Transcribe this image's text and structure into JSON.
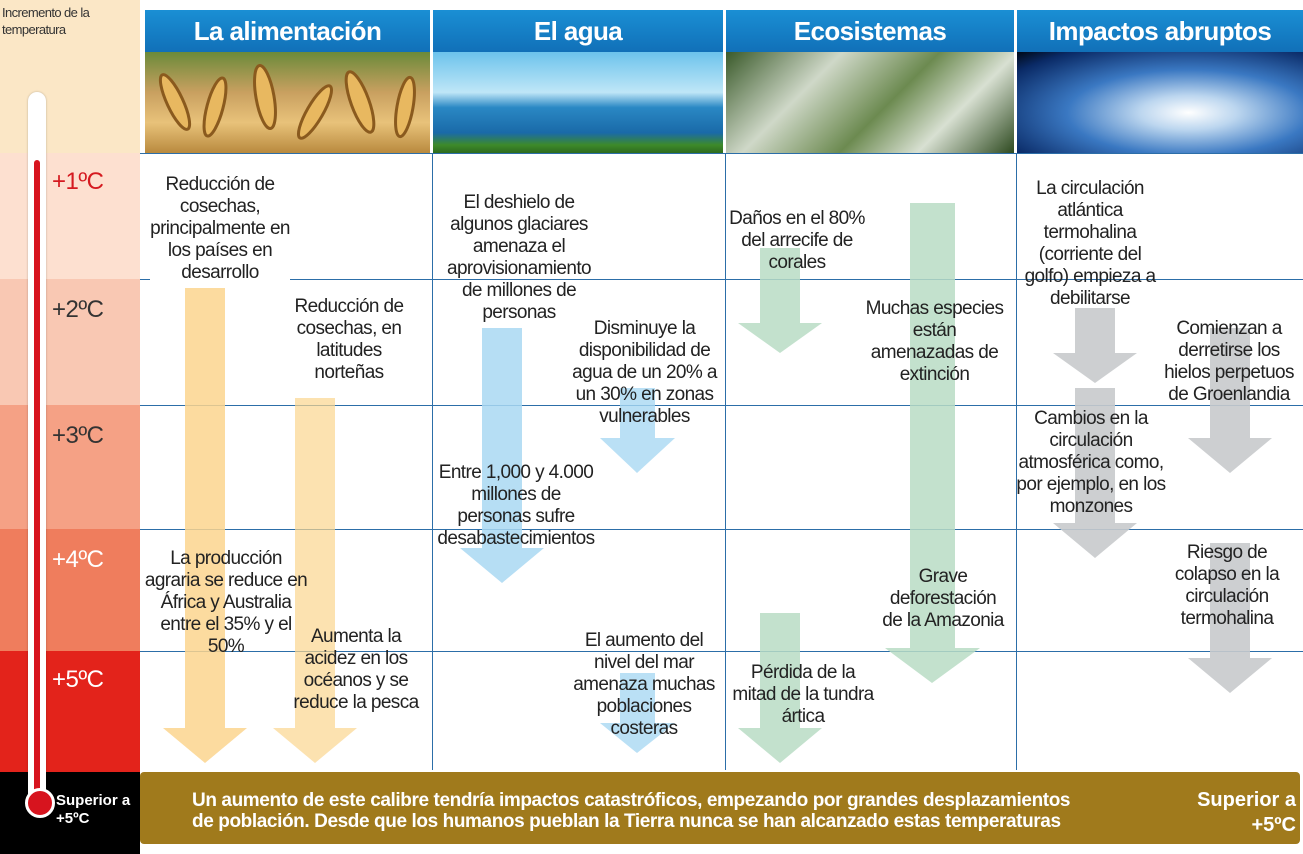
{
  "sidebar": {
    "title": "Incremento de la temperatura",
    "bands": [
      {
        "label": "+1ºC",
        "color": "#fde0d0",
        "text_color": "#d51a20"
      },
      {
        "label": "+2ºC",
        "color": "#f9c8b3",
        "text_color": "#ffffff"
      },
      {
        "label": "+3ºC",
        "color": "#f5a185",
        "text_color": "#ffffff"
      },
      {
        "label": "+4ºC",
        "color": "#ef7d5d",
        "text_color": "#ffffff"
      },
      {
        "label": "+5ºC",
        "color": "#e3231b",
        "text_color": "#ffffff"
      },
      {
        "label": "Superior a +5ºC",
        "color": "#000000",
        "text_color": "#ffffff"
      }
    ]
  },
  "columns": [
    {
      "title": "La alimentación",
      "photo": "wheat-photo"
    },
    {
      "title": "El agua",
      "photo": "lake-photo"
    },
    {
      "title": "Ecosistemas",
      "photo": "forest-photo"
    },
    {
      "title": "Impactos abruptos",
      "photo": "earth-photo"
    }
  ],
  "impacts": {
    "food_1": "Reducción de cosechas, principalmente en los países en desarrollo",
    "food_2": "Reducción de cosechas, en latitudes norteñas",
    "food_3": "La producción agraria se reduce en África y Australia entre el 35% y el 50%",
    "food_4": "Aumenta la acidez en los océanos y se reduce la pesca",
    "water_1": "El deshielo de algunos glaciares amenaza el aprovisionamiento de millones de personas",
    "water_2": "Disminuye la disponibilidad de agua de un 20% a un 30% en zonas vulnerables",
    "water_3": "Entre 1,000 y 4.000 millones de personas sufre desabastecimientos",
    "water_4": "El aumento del nivel del mar amenaza muchas poblaciones costeras",
    "eco_1": "Daños en el 80% del arrecife de corales",
    "eco_2": "Muchas especies están amenazadas de extinción",
    "eco_3": "Grave deforestación de la Amazonia",
    "eco_4": "Pérdida de la mitad de la tundra ártica",
    "abrupt_1": "La circulación atlántica termohalina (corriente del golfo) empieza a debilitarse",
    "abrupt_2": "Comienzan a derretirse los hielos perpetuos de Groenlandia",
    "abrupt_3": "Cambios en la circulación atmosférica como, por ejemplo, en los monzones",
    "abrupt_4": "Riesgo de colapso en la circulación termohalina"
  },
  "footer": {
    "text": "Un aumento de este calibre tendría impactos catastróficos, empezando por grandes desplazamientos de población. Desde que los humanos pueblan la Tierra nunca se han alcanzado estas temperaturas",
    "right_label": "Superior a +5ºC"
  },
  "colors": {
    "header_blue": "#1a8fd4",
    "grid_line": "#2c6ea8",
    "food_arrow": "#fbd58e",
    "water_arrow": "#a9d8f2",
    "eco_arrow": "#b9dcc4",
    "abrupt_arrow": "#c8cacc",
    "footer_bg": "#a07a1c"
  }
}
